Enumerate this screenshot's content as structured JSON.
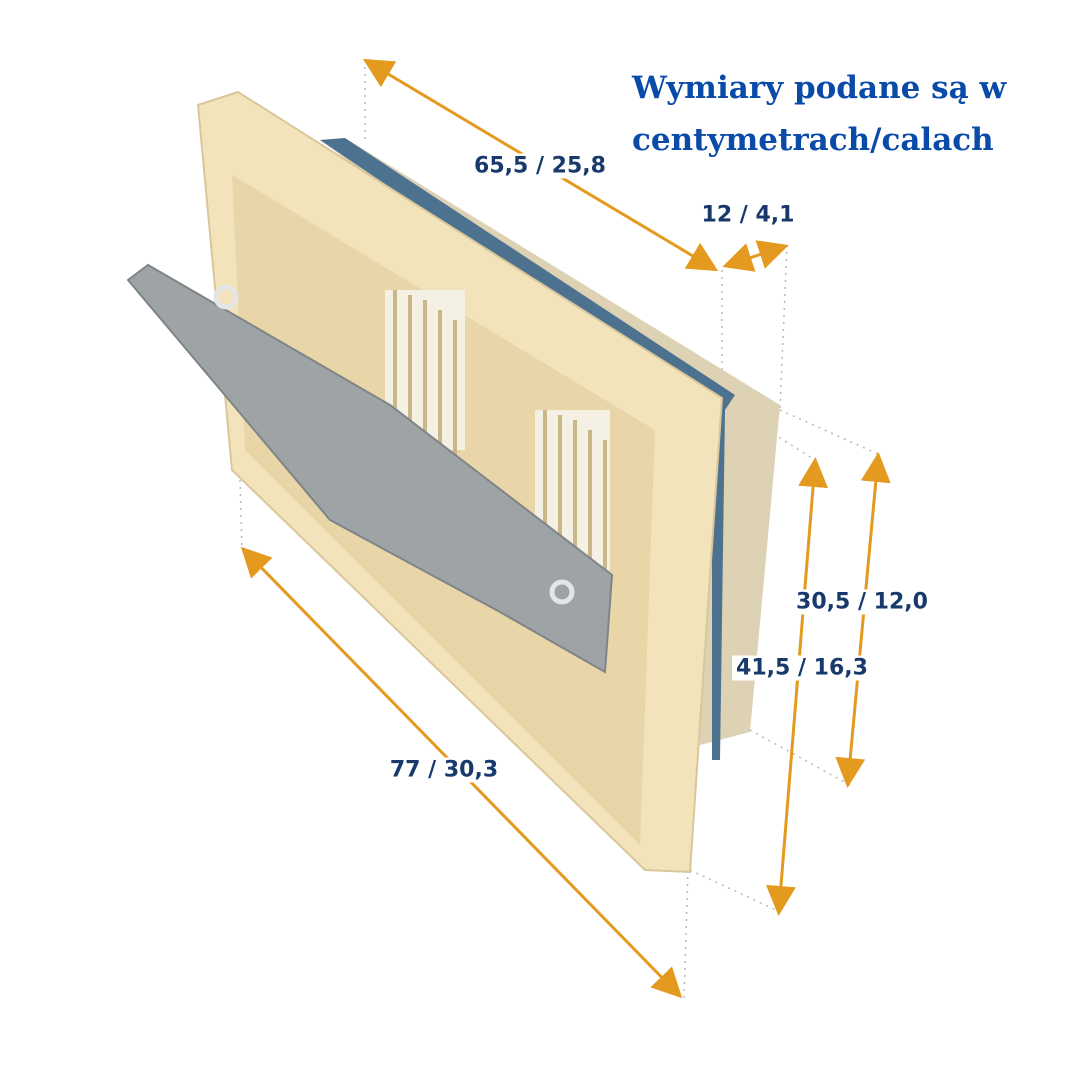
{
  "title": "Wymiary podane są w centymetrach/calach",
  "dimensions": {
    "depth_top": "65,5 / 25,8",
    "flange": "12 / 4,1",
    "inner_height": "30,5 / 12,0",
    "outer_height": "41,5 / 16,3",
    "width": "77 / 30,3"
  },
  "colors": {
    "arrow": "#e39a1f",
    "label": "#17396b",
    "title": "#0a4aa8",
    "frame": "#f3e3bb",
    "seal": "#4d7290",
    "flap": "#9ea3a6"
  }
}
